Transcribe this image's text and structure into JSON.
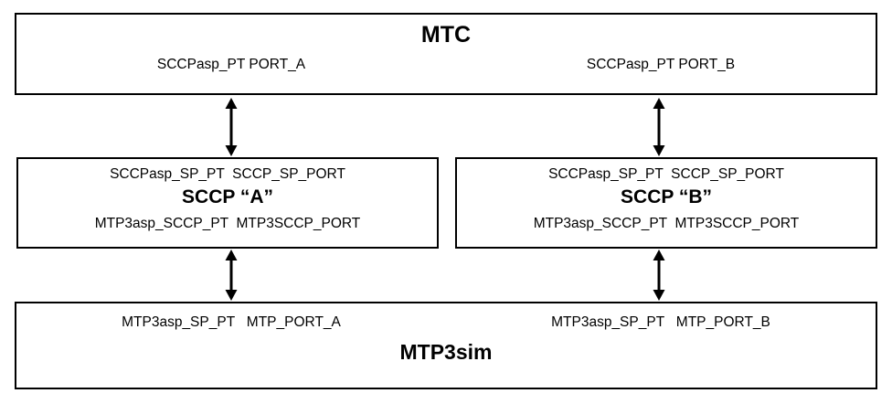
{
  "diagram": {
    "mtc": {
      "title": "MTC",
      "port_a": "SCCPasp_PT PORT_A",
      "port_b": "SCCPasp_PT PORT_B"
    },
    "sccp_a": {
      "top_ports": "SCCPasp_SP_PT  SCCP_SP_PORT",
      "title": "SCCP “A”",
      "bottom_ports": "MTP3asp_SCCP_PT  MTP3SCCP_PORT"
    },
    "sccp_b": {
      "top_ports": "SCCPasp_SP_PT  SCCP_SP_PORT",
      "title": "SCCP “B”",
      "bottom_ports": "MTP3asp_SCCP_PT  MTP3SCCP_PORT"
    },
    "mtp3sim": {
      "title": "MTP3sim",
      "port_a": "MTP3asp_SP_PT   MTP_PORT_A",
      "port_b": "MTP3asp_SP_PT   MTP_PORT_B"
    },
    "colors": {
      "line": "#000000",
      "background": "#ffffff"
    }
  }
}
